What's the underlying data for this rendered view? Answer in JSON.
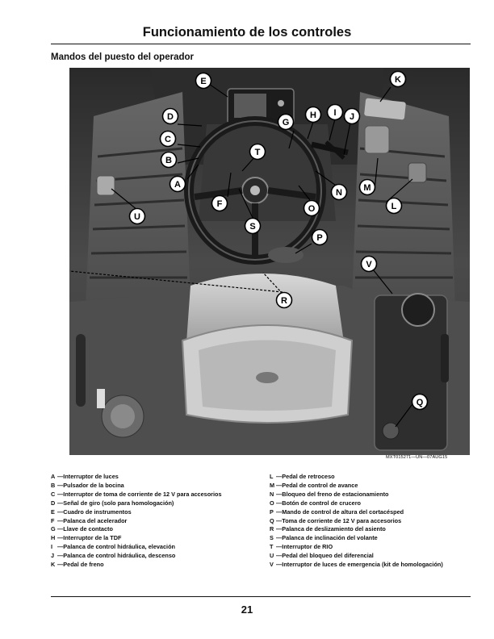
{
  "header": {
    "title": "Funcionamiento de los controles"
  },
  "section": {
    "title": "Mandos del puesto del operador"
  },
  "figure": {
    "credit": "MXT015271—UN—07AUG15",
    "callouts": [
      "A",
      "B",
      "C",
      "D",
      "E",
      "F",
      "G",
      "H",
      "I",
      "J",
      "K",
      "L",
      "M",
      "N",
      "O",
      "P",
      "Q",
      "R",
      "S",
      "T",
      "U",
      "V"
    ]
  },
  "legend": {
    "left": [
      {
        "key": "A",
        "text": "—Interruptor de luces"
      },
      {
        "key": "B",
        "text": "—Pulsador de la bocina"
      },
      {
        "key": "C",
        "text": "—Interruptor de toma de corriente de 12 V para accesorios"
      },
      {
        "key": "D",
        "text": "—Señal de giro (solo para homologación)"
      },
      {
        "key": "E",
        "text": "—Cuadro de instrumentos"
      },
      {
        "key": "F",
        "text": "—Palanca del acelerador"
      },
      {
        "key": "G",
        "text": "—Llave de contacto"
      },
      {
        "key": "H",
        "text": "—Interruptor de la TDF"
      },
      {
        "key": "I",
        "text": "—Palanca de control hidráulica, elevación"
      },
      {
        "key": "J",
        "text": "—Palanca de control hidráulica, descenso"
      },
      {
        "key": "K",
        "text": "—Pedal de freno"
      }
    ],
    "right": [
      {
        "key": "L",
        "text": "—Pedal de retroceso"
      },
      {
        "key": "M",
        "text": "—Pedal de control de avance"
      },
      {
        "key": "N",
        "text": "—Bloqueo del freno de estacionamiento"
      },
      {
        "key": "O",
        "text": "—Botón de control de crucero"
      },
      {
        "key": "P",
        "text": "—Mando de control de altura del cortacésped"
      },
      {
        "key": "Q",
        "text": "—Toma de corriente de 12 V para accesorios"
      },
      {
        "key": "R",
        "text": "—Palanca de deslizamiento del asiento"
      },
      {
        "key": "S",
        "text": "—Palanca de inclinación del volante"
      },
      {
        "key": "T",
        "text": "—Interruptor de RIO"
      },
      {
        "key": "U",
        "text": "—Pedal del bloqueo del diferencial"
      },
      {
        "key": "V",
        "text": "—Interruptor de luces de emergencia (kit de homologación)"
      }
    ]
  },
  "footer": {
    "page_number": "21"
  }
}
